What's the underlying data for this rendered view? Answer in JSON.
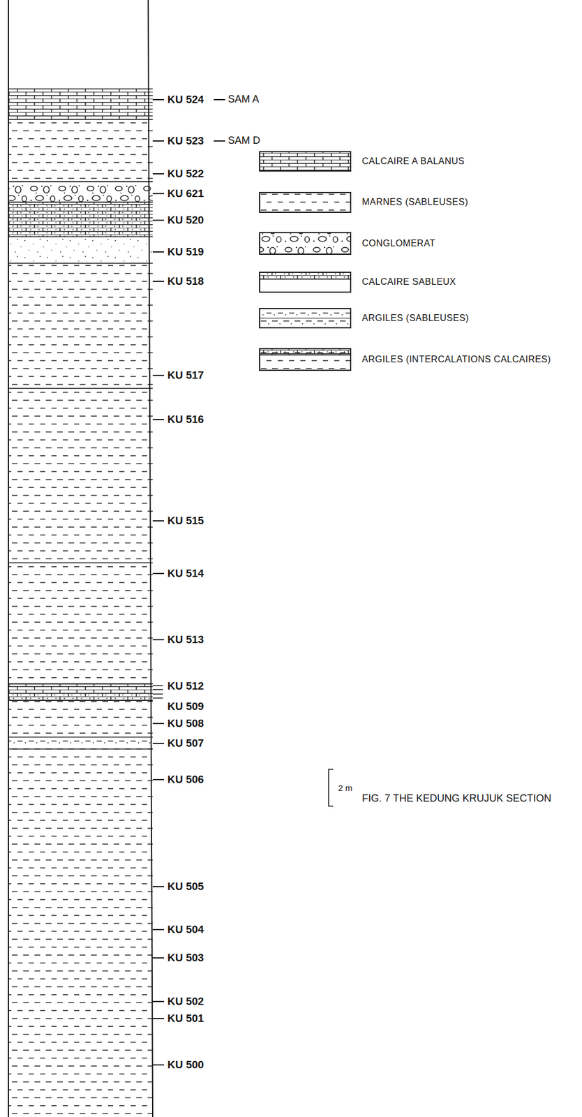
{
  "diagram": {
    "caption": "FIG. 7 THE KEDUNG KRUJUK SECTION",
    "labels": [
      "KU 524",
      "SAM A",
      "KU 523",
      "SAM D",
      "KU 522",
      "KU 621",
      "KU 520",
      "KU 519",
      "KU 518",
      "KU 517",
      "KU 516",
      "KU 515",
      "KU 514",
      "KU 513",
      "KU 512",
      "KU 509",
      "KU 508",
      "KU 507",
      "KU 506",
      "KU 505",
      "KU 504",
      "KU 503",
      "KU 502",
      "KU 501",
      "KU 500",
      "2 m"
    ],
    "legend": [
      {
        "text": "CALCAIRE A BALANUS"
      },
      {
        "text": "MARNES (SABLEUSES)"
      },
      {
        "text": "CONGLOMERAT"
      },
      {
        "text": "CALCAIRE SABLEUX"
      },
      {
        "text": "ARGILES (SABLEUSES)"
      },
      {
        "text": "ARGILES (INTERCALATIONS CALCAIRES)"
      }
    ]
  }
}
